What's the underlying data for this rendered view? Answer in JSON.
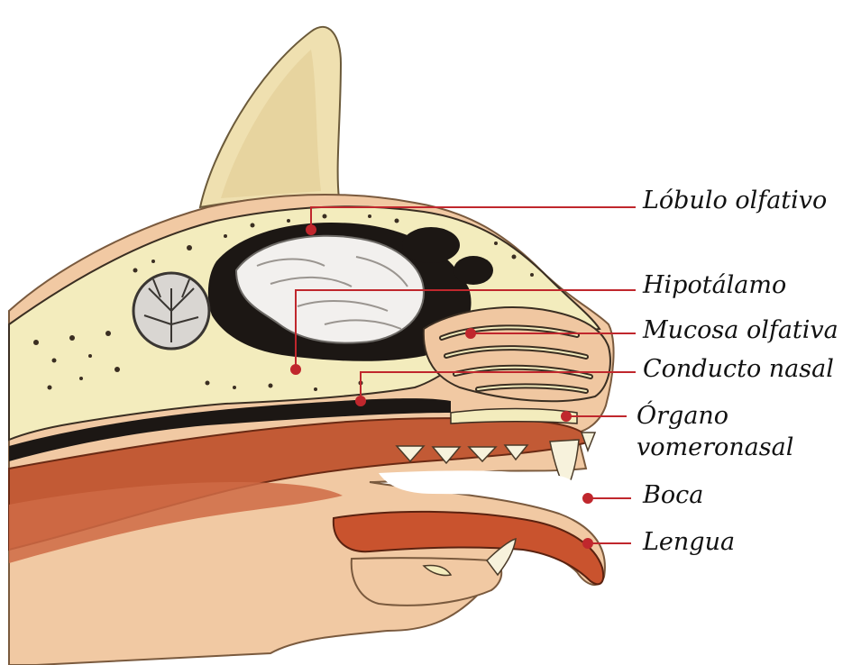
{
  "labels": {
    "olfactory_lobe": "Lóbulo olfativo",
    "hypothalamus": "Hipotálamo",
    "olfactory_mucosa": "Mucosa olfativa",
    "nasal_duct": "Conducto nasal",
    "vomeronasal_line1": "Órgano",
    "vomeronasal_line2": "vomeronasal",
    "mouth": "Boca",
    "tongue": "Lengua"
  },
  "colors": {
    "leader_line": "#c0272d",
    "fur": "#f1c9a3",
    "bone": "#f3ecbd",
    "dark_cavity": "#1c1714",
    "brain": "#f2f0ee",
    "cerebellum": "#d9d6d2",
    "oral_tissue": "#c25a35",
    "tongue": "#c9532e",
    "tooth": "#f7f2dc",
    "ear": "#efe0b0"
  }
}
